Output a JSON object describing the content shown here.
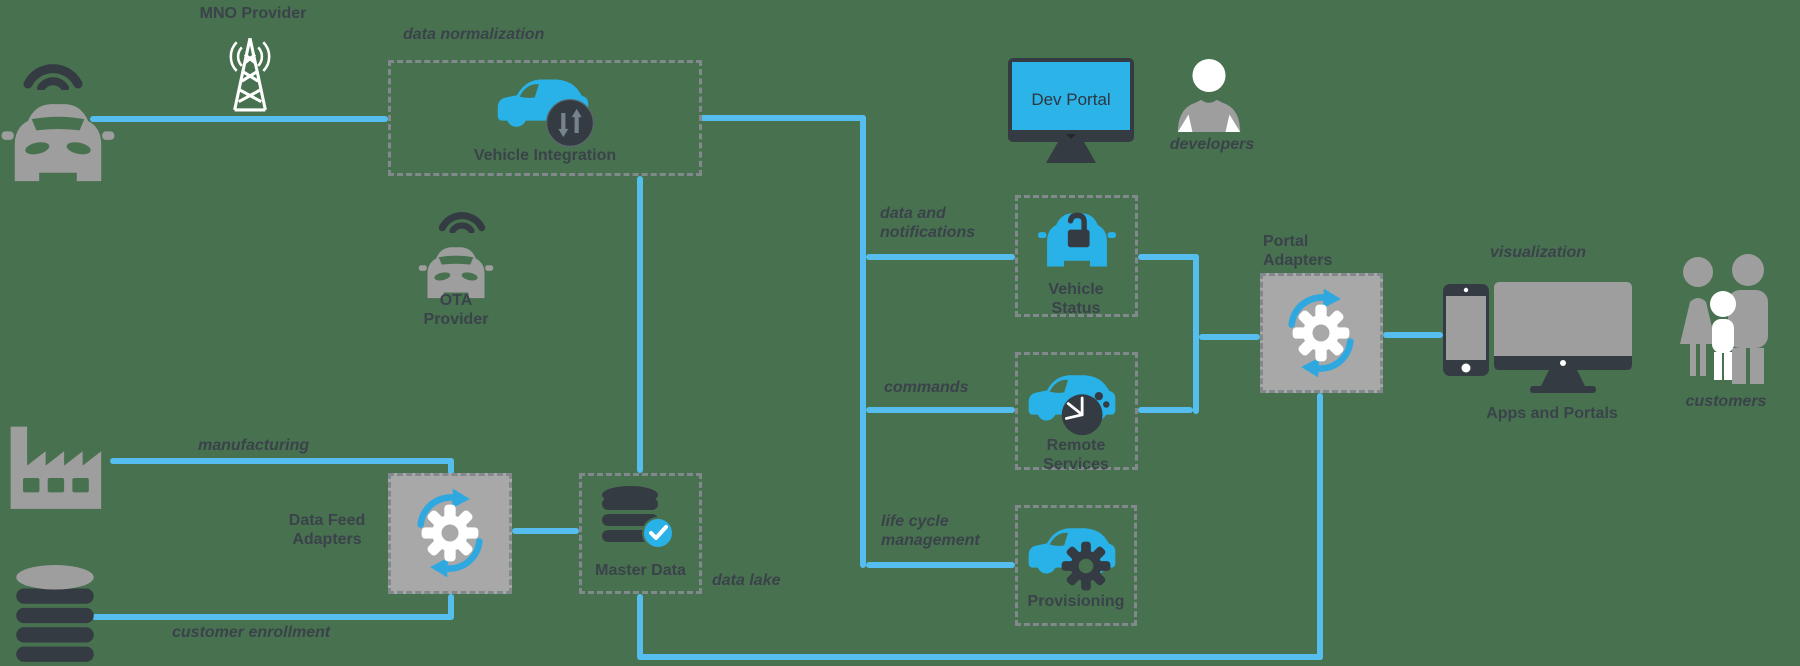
{
  "colors": {
    "background": "#487150",
    "connector_blue": "#56BEEF",
    "icon_blue": "#29B2E8",
    "dark_gray": "#343B42",
    "medium_gray": "#9E9E9E",
    "box_fill_gray": "#A8A8A8",
    "dashed_border_gray": "#82898D",
    "text_dark": "#3A424A",
    "white": "#FFFFFF"
  },
  "labels": {
    "mno_provider": "MNO Provider",
    "data_normalization": "data normalization",
    "vehicle_integration": "Vehicle Integration",
    "ota_provider": "OTA Provider",
    "dev_portal": "Dev Portal",
    "developers": "developers",
    "data_and_notifications": "data and notifications",
    "vehicle_status": "Vehicle Status",
    "commands": "commands",
    "remote_services": "Remote Services",
    "life_cycle_management": "life cycle management",
    "provisioning": "Provisioning",
    "portal_adapters": "Portal Adapters",
    "visualization": "visualization",
    "apps_and_portals": "Apps and Portals",
    "customers": "customers",
    "manufacturing": "manufacturing",
    "data_feed_adapters": "Data Feed Adapters",
    "master_data": "Master Data",
    "data_lake": "data lake",
    "customer_enrollment": "customer enrollment"
  }
}
